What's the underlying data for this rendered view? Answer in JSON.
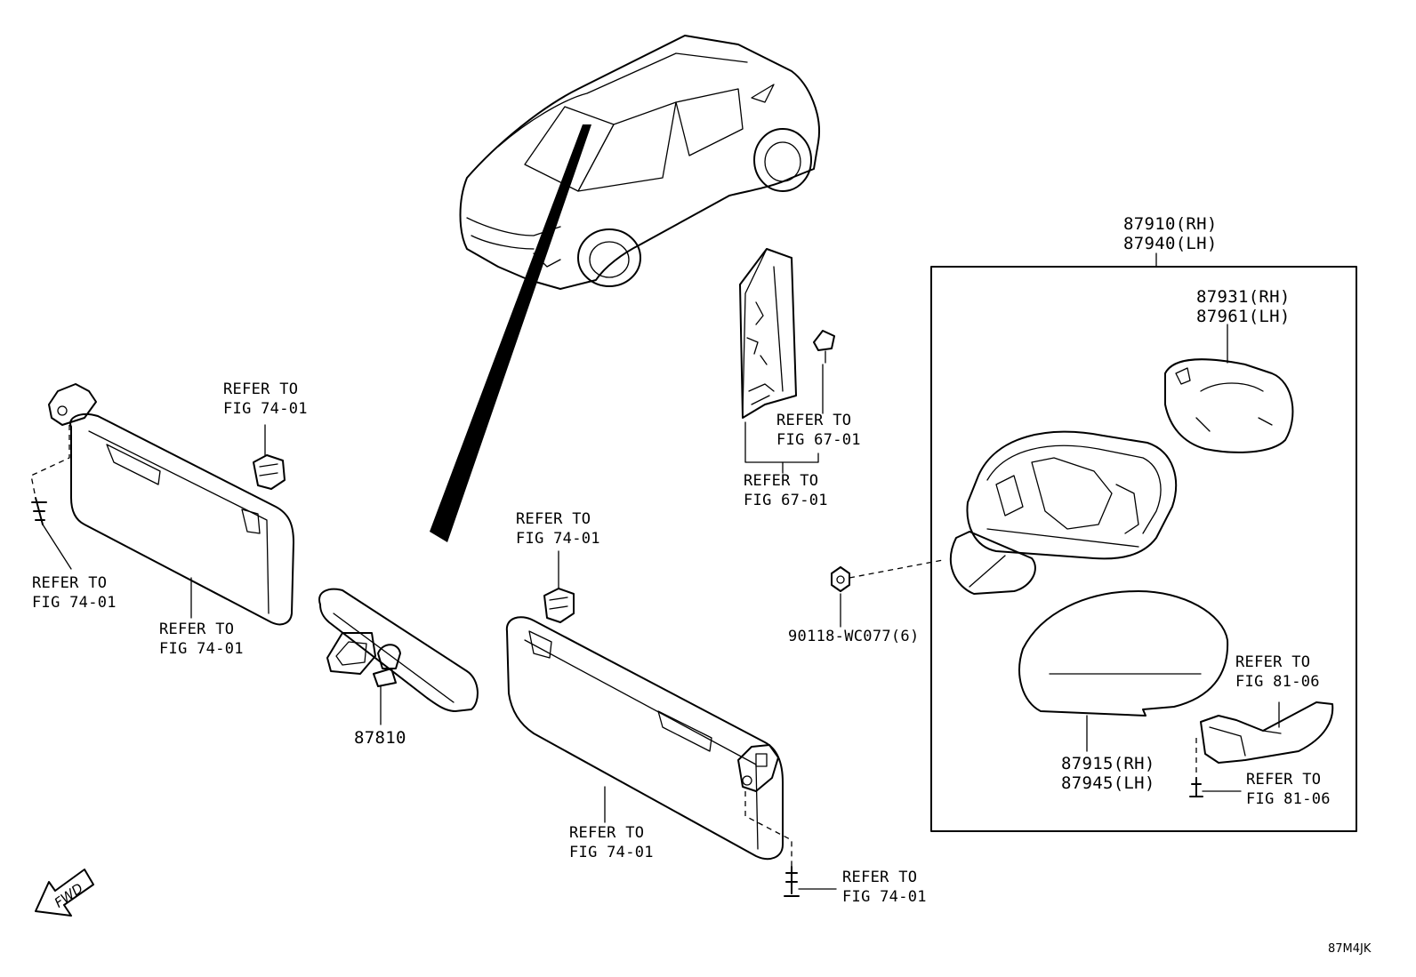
{
  "labels": {
    "mirror_assembly_rh": "87910(RH)",
    "mirror_assembly_lh": "87940(LH)",
    "mirror_glass_rh": "87931(RH)",
    "mirror_glass_lh": "87961(LH)",
    "mirror_cover_rh": "87915(RH)",
    "mirror_cover_lh": "87945(LH)",
    "inner_mirror": "87810",
    "nut_part": "90118-WC077(6)",
    "refer_left_clip": "REFER TO\nFIG 74-01",
    "refer_left_screw": "REFER TO\nFIG 74-01",
    "refer_left_visor": "REFER TO\nFIG 74-01",
    "refer_right_clip": "REFER TO\nFIG 74-01",
    "refer_right_visor": "REFER TO\nFIG 74-01",
    "refer_right_screw": "REFER TO\nFIG 74-01",
    "refer_garnish_clip": "REFER TO\nFIG 67-01",
    "refer_garnish": "REFER TO\nFIG 67-01",
    "refer_turn_lamp": "REFER TO\nFIG 81-06",
    "refer_turn_screw": "REFER TO\nFIG 81-06",
    "fwd": "FWD",
    "figure_code": "87M4JK"
  }
}
